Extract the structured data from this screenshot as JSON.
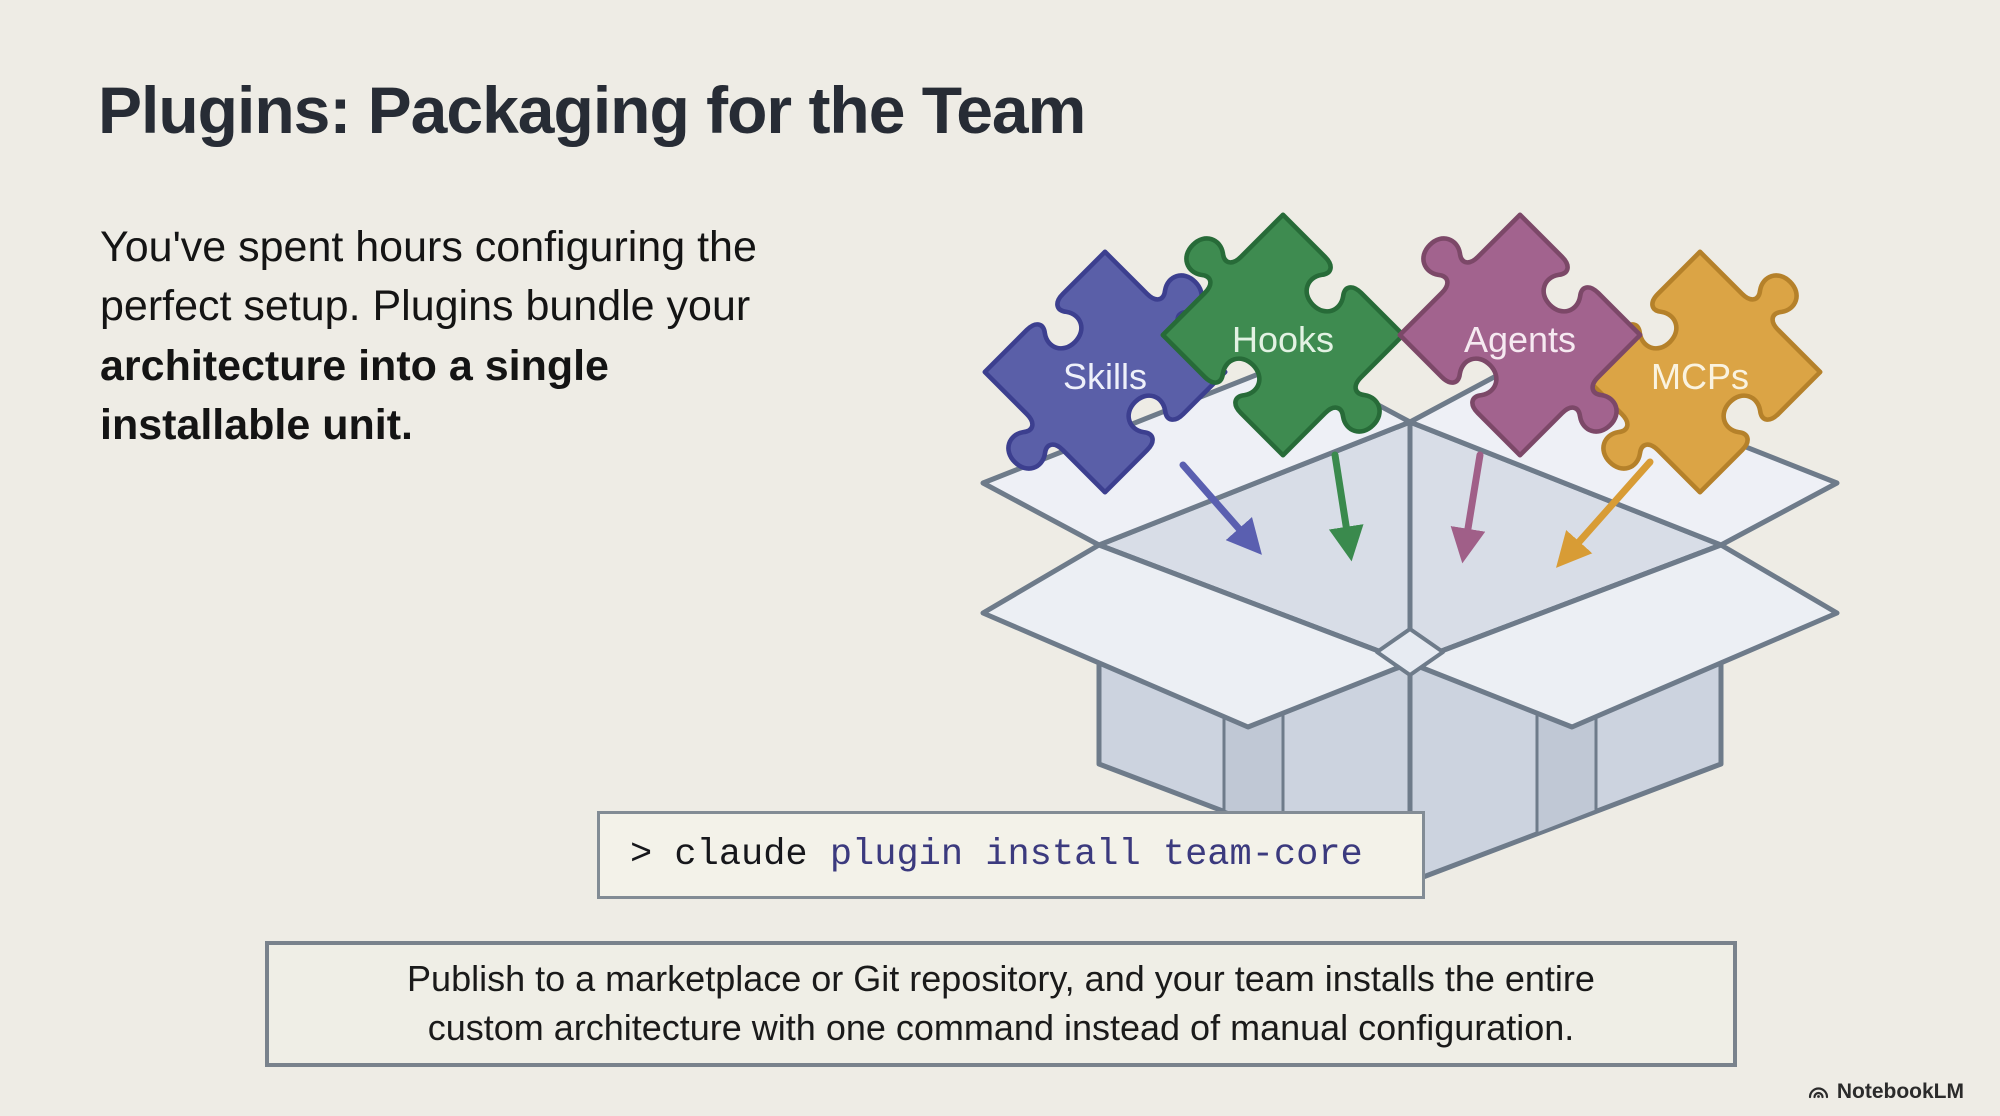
{
  "title": "Plugins: Packaging for the Team",
  "intro": {
    "normal": "You've spent hours configuring the perfect setup. Plugins bundle your ",
    "emphasis": "architecture into a single installable unit."
  },
  "diagram": {
    "pieces": [
      {
        "label": "Skills",
        "fill": "#5a5fa8",
        "stroke": "#3c3f8f",
        "label_color": "#eef0fa"
      },
      {
        "label": "Hooks",
        "fill": "#3e8b50",
        "stroke": "#276b38",
        "label_color": "#e2f2e3"
      },
      {
        "label": "Agents",
        "fill": "#a2638e",
        "stroke": "#7c4868",
        "label_color": "#f6e9f1"
      },
      {
        "label": "MCPs",
        "fill": "#dba445",
        "stroke": "#b5812a",
        "label_color": "#faf3e0"
      }
    ],
    "arrows": [
      {
        "name": "skills-arrow",
        "color": "#5a5fb0"
      },
      {
        "name": "hooks-arrow",
        "color": "#3a8a4d"
      },
      {
        "name": "agents-arrow",
        "color": "#a05f88"
      },
      {
        "name": "mcps-arrow",
        "color": "#d89c35"
      }
    ],
    "box": {
      "outline": "#6e7b8a",
      "flap_fill": "#eef0f6",
      "outer_flap_fill": "#ecefF4",
      "interior_fill": "#d8dde7",
      "face_fill": "#ccd3df",
      "strip_fill": "#c0c8d5",
      "hole_fill": "#e7ebf2"
    }
  },
  "terminal": {
    "prompt": "> claude ",
    "command": "plugin install team-core"
  },
  "note": {
    "line1": "Publish to a marketplace or Git repository, and your team installs the entire",
    "line2": "custom architecture with one command instead of manual configuration."
  },
  "watermark": {
    "label": "NotebookLM"
  }
}
